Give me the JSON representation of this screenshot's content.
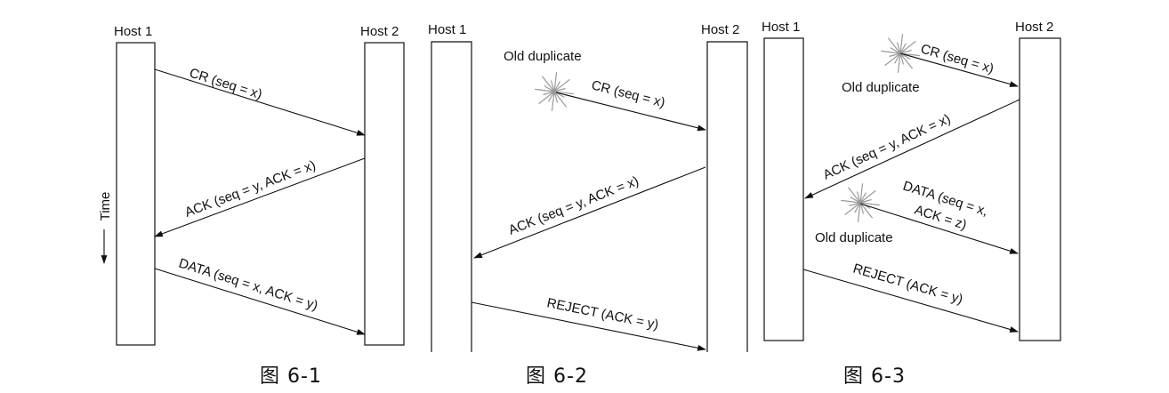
{
  "figures": [
    {
      "caption": "图 6-1",
      "hosts": [
        "Host 1",
        "Host 2"
      ],
      "time_label": "Time",
      "messages": [
        "CR (seq = x)",
        "ACK (seq = y, ACK = x)",
        "DATA (seq = x, ACK = y)"
      ]
    },
    {
      "caption": "图 6-2",
      "hosts": [
        "Host 1",
        "Host 2"
      ],
      "old_duplicate": "Old duplicate",
      "messages": [
        "CR (seq = x)",
        "ACK (seq = y, ACK = x)",
        "REJECT (ACK = y)"
      ]
    },
    {
      "caption": "图 6-3",
      "hosts": [
        "Host 1",
        "Host 2"
      ],
      "old_duplicate_1": "Old duplicate",
      "old_duplicate_2": "Old duplicate",
      "messages": [
        "CR (seq = x)",
        "ACK (seq = y, ACK = x)",
        "DATA (seq = x,",
        "ACK = z)",
        "REJECT (ACK = y)"
      ]
    }
  ]
}
